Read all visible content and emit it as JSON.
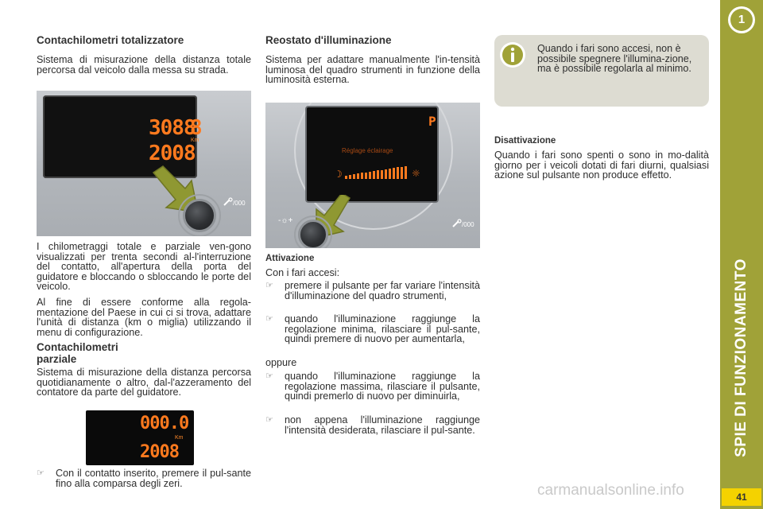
{
  "column1": {
    "heading_total": "Contachilometri totalizzatore",
    "para_total": "Sistema di misurazione della distanza totale percorsa dal veicolo dalla messa su strada.",
    "odometer_photo": {
      "top_value": "3088",
      "top_decimal": "8",
      "unit": "Km",
      "bottom_value": "2008"
    },
    "para_display": "I chilometraggi totale e parziale ven-gono visualizzati per trenta secondi al-l'interruzione del contatto, all'apertura della porta del guidatore e bloccando o sbloccando le porte del veicolo.",
    "para_units": "Al fine di essere conforme alla regola-mentazione del Paese in cui ci si trova, adattare l'unità di distanza (km o miglia) utilizzando il menu di configurazione.",
    "heading_partial": [
      "Contachilometri",
      "parziale"
    ],
    "para_partial": "Sistema di misurazione della distanza percorsa quotidianamente o altro, dal-l'azzeramento del contatore da parte del guidatore.",
    "trip_display": {
      "top_value": "000.0",
      "unit": "Km",
      "bottom_value": "2008"
    },
    "bullet_reset": "Con il contatto inserito, premere il pul-sante fino alla comparsa degli zeri."
  },
  "column2": {
    "heading": "Reostato d'illuminazione",
    "para_intro": "Sistema per adattare manualmente l'in-tensità luminosa del quadro strumenti in funzione della luminosità esterna.",
    "photo": {
      "gear": "P",
      "screen_caption": "Réglage éclairage"
    },
    "heading_activation": "Attivazione",
    "lead": "Con i fari accesi:",
    "bullets_a": [
      "premere il pulsante per far variare l'intensità d'illuminazione del quadro strumenti,",
      "quando l'illuminazione raggiunge la regolazione minima, rilasciare il pul-sante, quindi premere di nuovo per aumentarla,"
    ],
    "or": "oppure",
    "bullets_b": [
      "quando l'illuminazione raggiunge la regolazione massima, rilasciare il pulsante, quindi premerlo di nuovo per diminuirla,",
      "non appena l'illuminazione raggiunge l'intensità desiderata, rilasciare il pul-sante."
    ]
  },
  "column3": {
    "info_text": "Quando i fari sono accesi, non è possibile spegnere l'illumina-zione, ma è possibile regolarla al minimo.",
    "heading_deactivation": "Disattivazione",
    "para_deactivation": "Quando i fari sono spenti o sono in mo-dalità giorno per i veicoli dotati di fari diurni, qualsiasi azione sul pulsante non produce effetto."
  },
  "side": {
    "chapter": "1",
    "title": "SPIE DI FUNZIONAMENTO",
    "page": "41"
  },
  "watermark": "carmanualsonline.info",
  "icons": {
    "bullet": "pointing-hand-icon",
    "info": "info-icon",
    "arrow": "arrow-icon",
    "colors": {
      "accent": "#a0a238",
      "page_tab": "#f4d200",
      "display_digits": "#ff7a1e",
      "info_box": "#dddcd2"
    }
  }
}
